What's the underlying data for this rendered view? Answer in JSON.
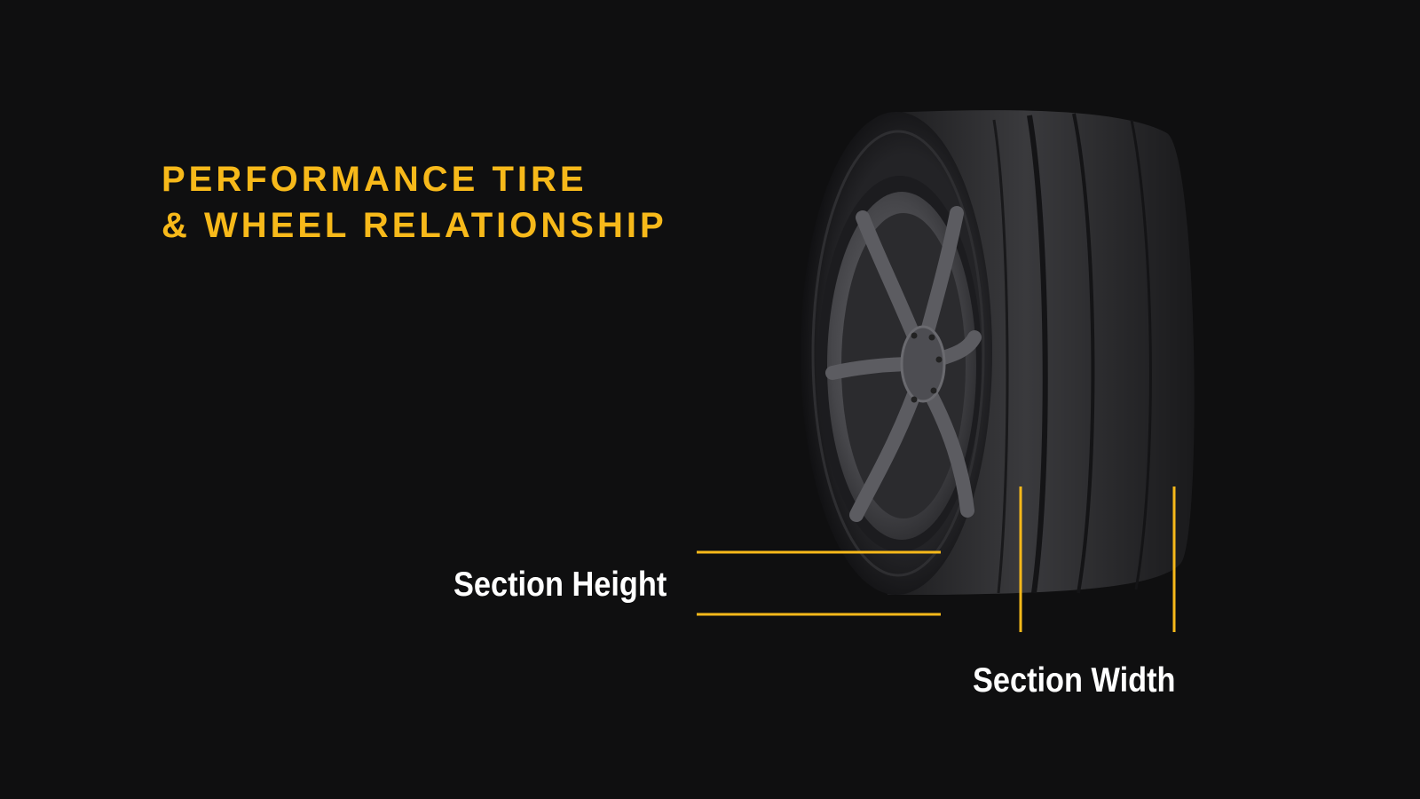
{
  "title": {
    "line1": "PERFORMANCE TIRE",
    "line2": "& WHEEL RELATIONSHIP"
  },
  "labels": {
    "section_height": "Section Height",
    "section_width": "Section Width"
  },
  "colors": {
    "background": "#0f0f10",
    "accent": "#f7b91a",
    "label_text": "#ffffff"
  }
}
